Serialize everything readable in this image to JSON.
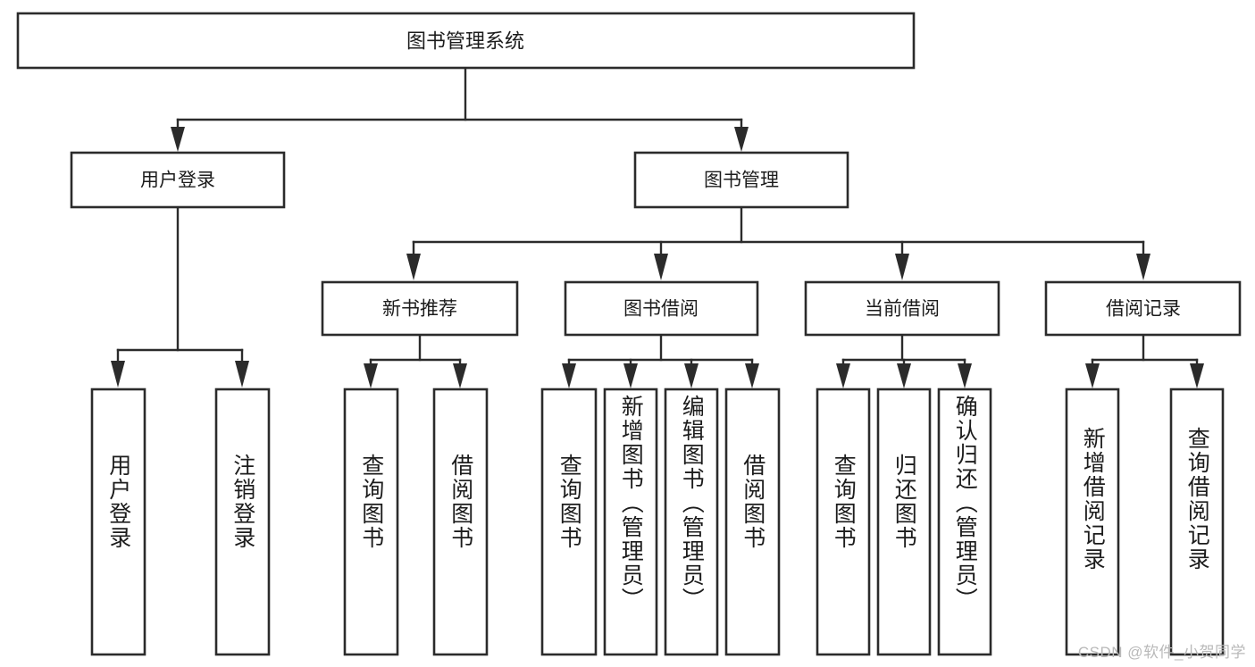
{
  "diagram": {
    "type": "tree-hierarchy-chart",
    "title": "图书管理系统",
    "watermark": "CSDN @软件_小贺同学",
    "colors": {
      "background": "#ffffff",
      "stroke": "#2b2b2b",
      "text": "#1c1c1c",
      "watermark": "#b9b9b9"
    },
    "root": {
      "id": "root",
      "label": "图书管理系统"
    },
    "level2": [
      {
        "id": "user-login",
        "label": "用户登录"
      },
      {
        "id": "book-manage",
        "label": "图书管理"
      }
    ],
    "level3": [
      {
        "id": "new-book-recommend",
        "label": "新书推荐",
        "parent": "book-manage"
      },
      {
        "id": "book-borrow",
        "label": "图书借阅",
        "parent": "book-manage"
      },
      {
        "id": "current-borrow",
        "label": "当前借阅",
        "parent": "book-manage"
      },
      {
        "id": "borrow-record",
        "label": "借阅记录",
        "parent": "book-manage"
      }
    ],
    "leaves": {
      "user-login": [
        {
          "id": "leaf-user-login",
          "label": "用户登录"
        },
        {
          "id": "leaf-user-logout",
          "label": "注销登录"
        }
      ],
      "new-book-recommend": [
        {
          "id": "leaf-query-book-1",
          "label": "查询图书"
        },
        {
          "id": "leaf-borrow-book-1",
          "label": "借阅图书"
        }
      ],
      "book-borrow": [
        {
          "id": "leaf-query-book-2",
          "label": "查询图书"
        },
        {
          "id": "leaf-add-book",
          "label": "新增图书（管理员）"
        },
        {
          "id": "leaf-edit-book",
          "label": "编辑图书（管理员）"
        },
        {
          "id": "leaf-borrow-book-2",
          "label": "借阅图书"
        }
      ],
      "current-borrow": [
        {
          "id": "leaf-query-book-3",
          "label": "查询图书"
        },
        {
          "id": "leaf-return-book",
          "label": "归还图书"
        },
        {
          "id": "leaf-confirm-return",
          "label": "确认归还（管理员）"
        }
      ],
      "borrow-record": [
        {
          "id": "leaf-add-record",
          "label": "新增借阅记录"
        },
        {
          "id": "leaf-query-record",
          "label": "查询借阅记录"
        }
      ]
    }
  }
}
